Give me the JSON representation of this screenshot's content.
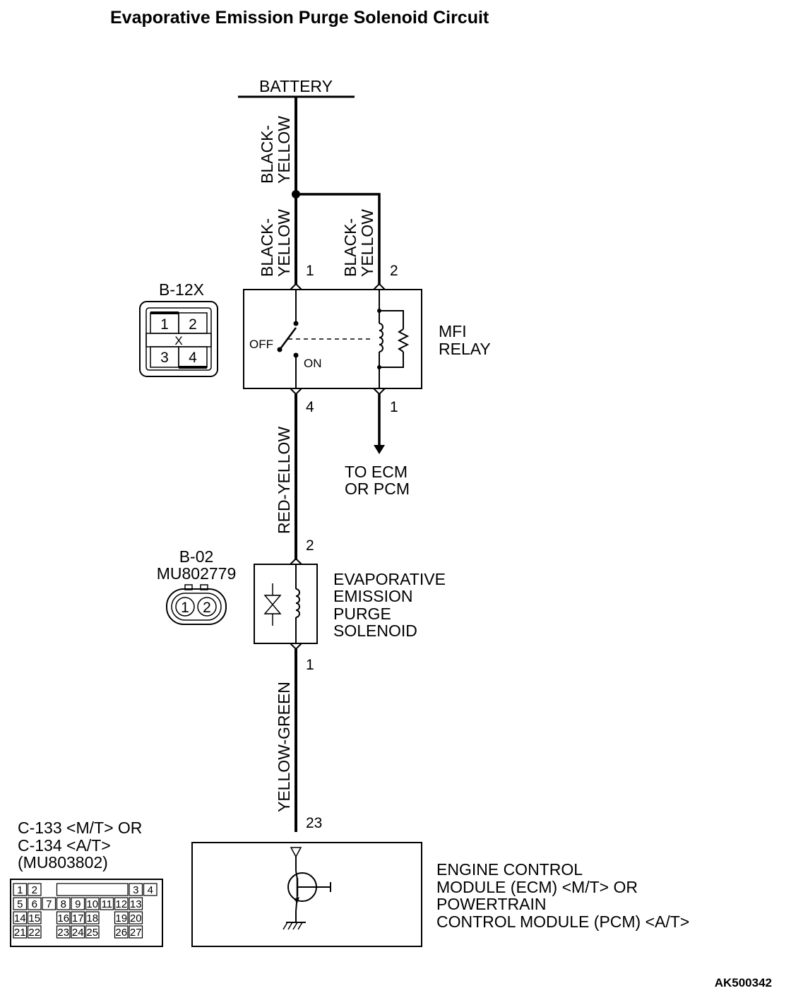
{
  "title": "Evaporative Emission Purge Solenoid Circuit",
  "figure_code": "AK500342",
  "battery": "BATTERY",
  "wires": {
    "battery_feed": [
      "BLACK-",
      "YELLOW"
    ],
    "relay_pin1": [
      "BLACK-",
      "YELLOW"
    ],
    "relay_pin2": [
      "BLACK-",
      "YELLOW"
    ],
    "relay_to_solenoid": "RED-YELLOW",
    "solenoid_to_ecm": "YELLOW-GREEN"
  },
  "relay": {
    "name": [
      "MFI",
      "RELAY"
    ],
    "pins": {
      "in_switch": "1",
      "in_coil": "2",
      "out_switch": "4",
      "out_coil": "1"
    },
    "off_label": "OFF",
    "on_label": "ON",
    "to_ecm": [
      "TO ECM",
      "OR PCM"
    ]
  },
  "relay_connector": {
    "id": "B-12X",
    "cells": [
      "1",
      "2",
      "3",
      "4"
    ],
    "center": "X"
  },
  "solenoid": {
    "name": [
      "EVAPORATIVE",
      "EMISSION",
      "PURGE",
      "SOLENOID"
    ],
    "pins": {
      "top": "2",
      "bottom": "1"
    }
  },
  "solenoid_connector": {
    "id": "B-02",
    "part": "MU802779",
    "cells": [
      "1",
      "2"
    ]
  },
  "ecm": {
    "pin": "23",
    "name": [
      "ENGINE CONTROL",
      "MODULE (ECM) <M/T> OR",
      "POWERTRAIN",
      "CONTROL MODULE (PCM) <A/T>"
    ]
  },
  "ecm_connector": {
    "lines": [
      "C-133 <M/T> OR",
      "C-134 <A/T>",
      "(MU803802)"
    ],
    "rows": [
      [
        "1",
        "2",
        "",
        "",
        "",
        "",
        "",
        "",
        "3",
        "4"
      ],
      [
        "5",
        "6",
        "7",
        "8",
        "9",
        "10",
        "11",
        "12",
        "13",
        ""
      ],
      [
        "14",
        "15",
        "",
        "16",
        "17",
        "18",
        "",
        "19",
        "20",
        ""
      ],
      [
        "21",
        "22",
        "",
        "23",
        "24",
        "25",
        "",
        "26",
        "27",
        ""
      ]
    ]
  }
}
